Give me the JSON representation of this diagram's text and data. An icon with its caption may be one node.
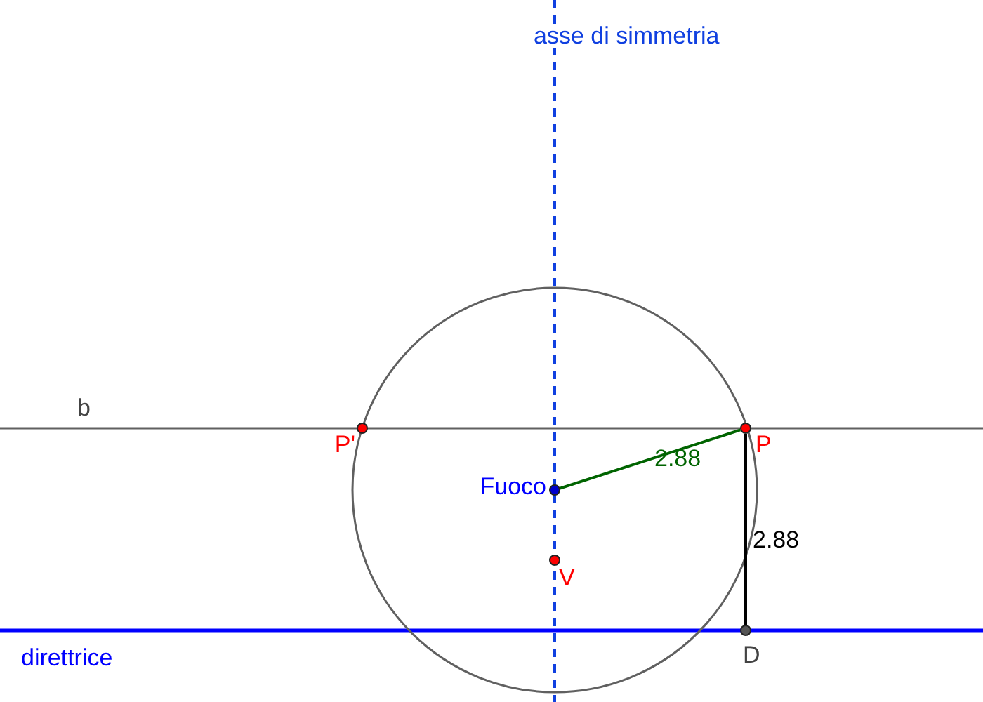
{
  "diagram": {
    "nodes": [
      {
        "text": [],
        "shape": "circle",
        "beside": [
          "P'"
        ]
      },
      {
        "text": [],
        "shape": "circle",
        "beside": [
          "P"
        ]
      },
      {
        "text": [],
        "shape": "circle",
        "beside": [
          "Fuoco"
        ]
      },
      {
        "text": [],
        "shape": "circle",
        "beside": [
          "V"
        ]
      },
      {
        "text": [],
        "shape": "circle",
        "beside": [
          "D"
        ]
      }
    ],
    "edges": [
      {
        "from": 2,
        "to": 1,
        "arrow": "none",
        "label": "2.88",
        "color": "#006400"
      },
      {
        "from": 1,
        "to": 4,
        "arrow": "none",
        "label": "2.88",
        "color": "#000000"
      }
    ],
    "labels": [
      "asse di simmetria",
      "b",
      "direttrice"
    ]
  }
}
